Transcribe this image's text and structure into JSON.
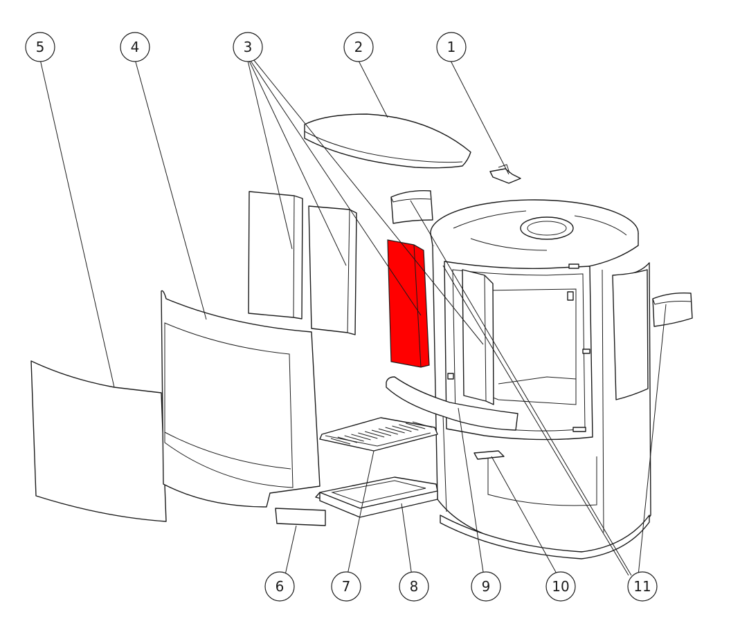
{
  "callouts": [
    "1",
    "2",
    "3",
    "4",
    "5",
    "6",
    "7",
    "8",
    "9",
    "10",
    "11"
  ],
  "highlight_color": "#ff0000",
  "line_color": "#1a1a1a"
}
